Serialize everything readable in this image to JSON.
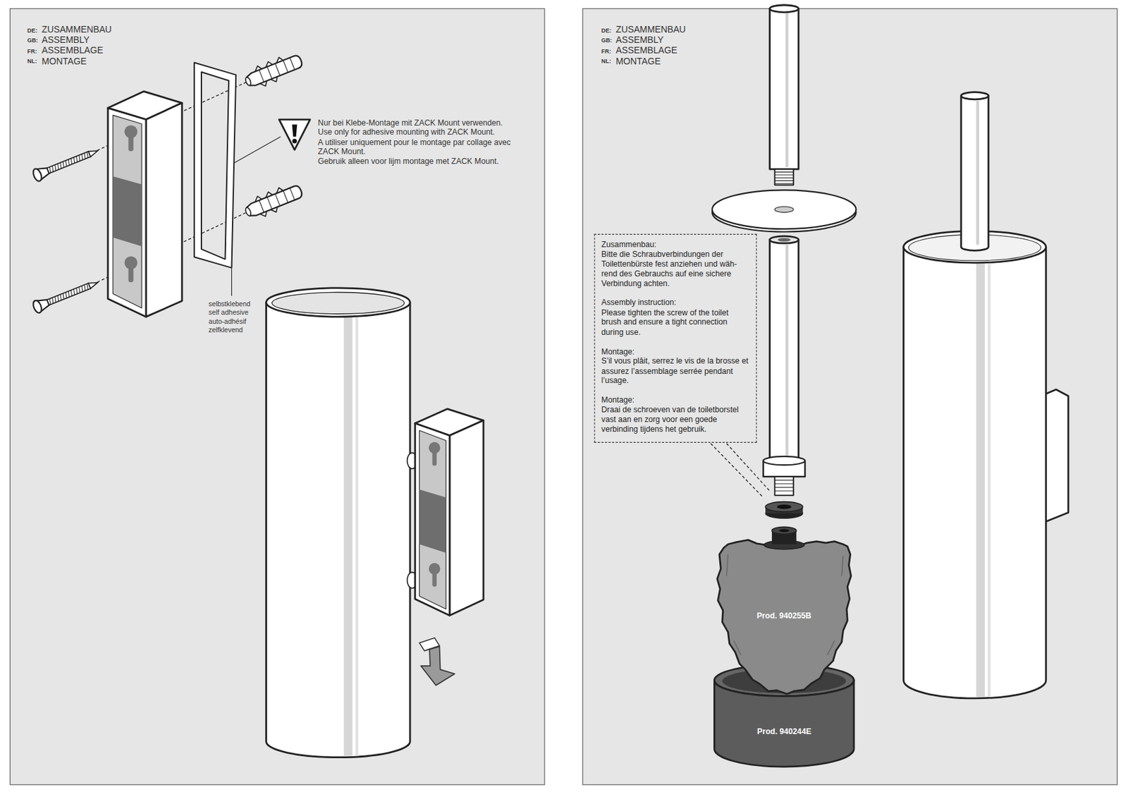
{
  "diagram": {
    "nodes": [
      {
        "text": [
          "Zusammenbau:",
          "Bitte die Schraubverbindungen der Toilettenbürste fest anziehen und wäh- rend des Gebrauchs auf eine sichere Verbindung achten.",
          "Assembly instruction:",
          "Please tighten the screw of the toilet brush and ensure a tight connection during use.",
          "Montage:",
          "S’il vous plâit, serrez le vis de la brosse et assurez l’assemblage serrée pendant l’usage.",
          "Montage:",
          "Draai de schroeven van de toiletborstel vast aan en zorg voor een goede verbinding tijdens het gebruik."
        ]
      },
      {
        "text": [
          "Prod. 940255B"
        ]
      },
      {
        "text": [
          "Prod. 940244E"
        ]
      }
    ],
    "labels": [
      "DE:",
      "ZUSAMMENBAU",
      "GB:",
      "ASSEMBLY",
      "FR:",
      "ASSEMBLAGE",
      "NL:",
      "MONTAGE",
      "DE:",
      "ZUSAMMENBAU",
      "GB:",
      "ASSEMBLY",
      "FR:",
      "ASSEMBLAGE",
      "NL:",
      "MONTAGE",
      "Nur bei Klebe-Montage mit ZACK Mount verwenden.",
      "Use only for adhesive mounting with ZACK Mount.",
      "A utiliser uniquement pour le montage par collage avec ZACK Mount.",
      "Gebruik alleen voor lijm montage met ZACK Mount.",
      "selbstklebend",
      "self adhesive",
      "auto-adhésif",
      "zelfklevend"
    ]
  }
}
